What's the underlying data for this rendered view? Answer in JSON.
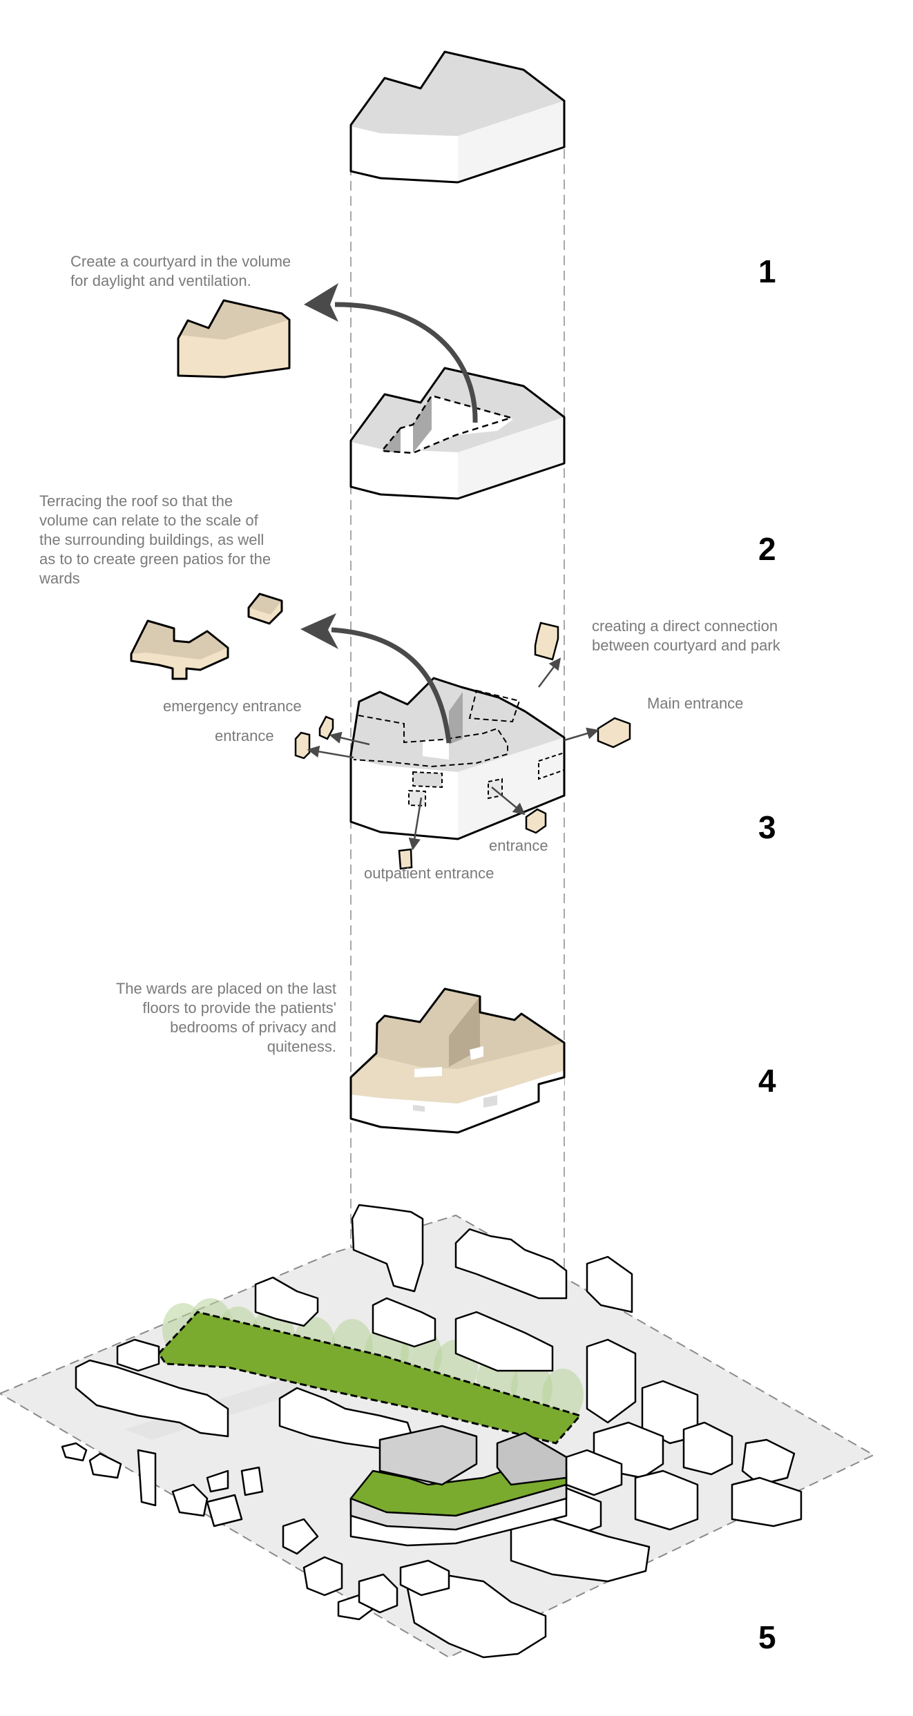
{
  "diagram": {
    "title": "Design process axonometric sequence",
    "colors": {
      "background": "#ffffff",
      "annotation_text": "#7a7a7a",
      "step_number": "#000000",
      "roof_grey": "#dcdcdc",
      "wall_white": "#ffffff",
      "wall_light": "#f4f4f4",
      "subtracted_volume": "#f2e3c8",
      "subtracted_volume_top": "#d9cbb1",
      "wards_volume": "#d8cbb2",
      "arrow": "#4a4a4a",
      "park_green": "#7aab2f",
      "tree_green": "#b8d39a",
      "site_ground": "#ececec"
    },
    "steps": [
      {
        "number": "1",
        "description": ""
      },
      {
        "number": "2",
        "description": "Create a courtyard in the volume\nfor daylight and ventilation."
      },
      {
        "number": "3",
        "description": "Terracing the roof so that the\nvolume can relate to the scale of\nthe surrounding buildings, as well\nas to to create green patios for the\nwards"
      },
      {
        "number": "4",
        "description": "The wards are placed on the last\nfloors to provide the patients'\nbedrooms of privacy and\nquiteness."
      },
      {
        "number": "5",
        "description": ""
      }
    ],
    "entrance_labels": {
      "emergency": "emergency entrance",
      "entrance_west": "entrance",
      "courtyard_park": "creating a direct connection\nbetween courtyard and park",
      "main": "Main entrance",
      "entrance_east": "entrance",
      "outpatient": "outpatient entrance"
    }
  }
}
